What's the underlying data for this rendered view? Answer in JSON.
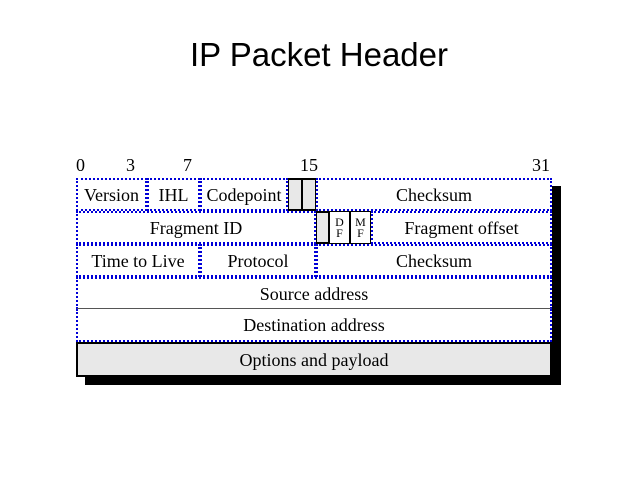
{
  "slide": {
    "title": "IP Packet Header"
  },
  "diagram": {
    "name": "ip-packet-header-diagram",
    "accent_color": "#0000d8",
    "shaded_color": "#e8e8e8",
    "bit_ruler": {
      "labels": [
        "0",
        "3",
        "7",
        "15",
        "31"
      ],
      "positions_pct": [
        0,
        10.5,
        22.5,
        47.0,
        97.0
      ]
    },
    "rows": [
      {
        "name": "row-1",
        "cells": [
          {
            "label": "Version",
            "style": "dotted"
          },
          {
            "label": "IHL",
            "style": "dotted"
          },
          {
            "label": "Codepoint",
            "style": "dotted"
          },
          {
            "label": "",
            "style": "grey"
          },
          {
            "label": "",
            "style": "grey"
          },
          {
            "label": "Checksum",
            "style": "dotted"
          }
        ]
      },
      {
        "name": "row-2",
        "cells": [
          {
            "label": "Fragment ID",
            "style": "dotted"
          },
          {
            "label": "",
            "style": "grey"
          },
          {
            "label": "DF",
            "style": "flag"
          },
          {
            "label": "MF",
            "style": "flag"
          },
          {
            "label": "Fragment offset",
            "style": "dotted"
          }
        ]
      },
      {
        "name": "row-3",
        "cells": [
          {
            "label": "Time to Live",
            "style": "dotted"
          },
          {
            "label": "Protocol",
            "style": "dotted"
          },
          {
            "label": "Checksum",
            "style": "dotted"
          }
        ]
      },
      {
        "name": "row-4",
        "cells": [
          {
            "label": "Source address",
            "style": "wide"
          }
        ]
      },
      {
        "name": "row-5",
        "cells": [
          {
            "label": "Destination address",
            "style": "wide"
          }
        ]
      },
      {
        "name": "row-6",
        "cells": [
          {
            "label": "Options and payload",
            "style": "payload"
          }
        ]
      }
    ]
  }
}
